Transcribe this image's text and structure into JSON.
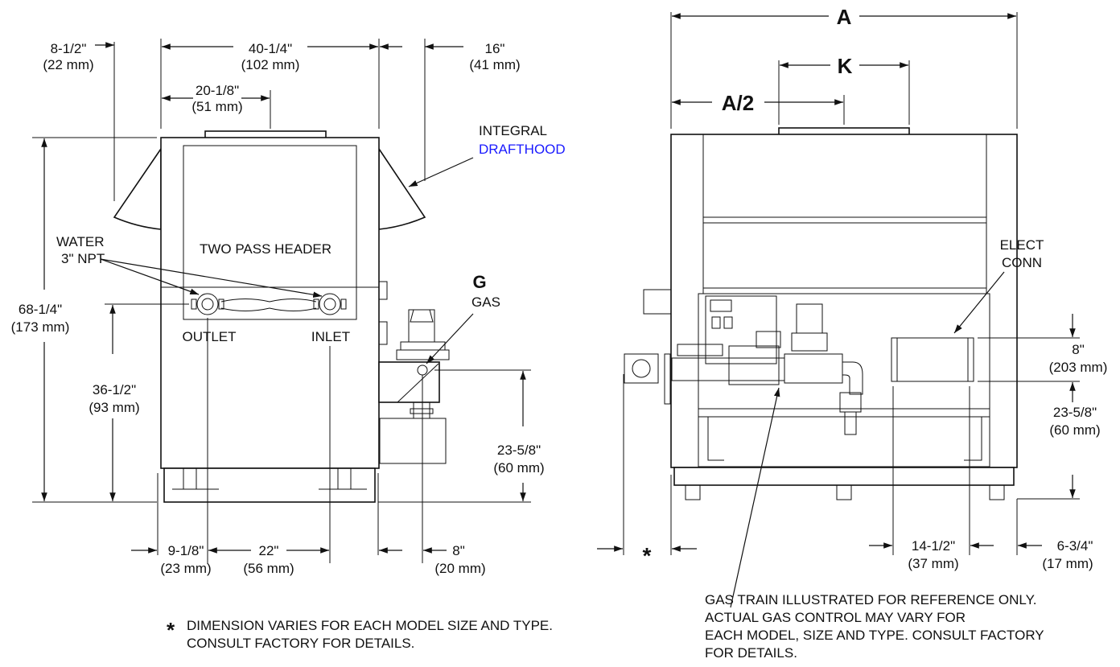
{
  "front_view": {
    "dims": {
      "d1": "8-1/2\"",
      "d1mm": "(22 mm)",
      "d2": "40-1/4\"",
      "d2mm": "(102 mm)",
      "d3": "16\"",
      "d3mm": "(41 mm)",
      "d4": "20-1/8\"",
      "d4mm": "(51 mm)",
      "d5": "68-1/4\"",
      "d5mm": "(173 mm)",
      "d6": "36-1/2\"",
      "d6mm": "(93 mm)",
      "d7": "23-5/8\"",
      "d7mm": "(60 mm)",
      "d8": "9-1/8\"",
      "d8mm": "(23 mm)",
      "d9": "22\"",
      "d9mm": "(56 mm)",
      "d10": "8\"",
      "d10mm": "(20 mm)"
    },
    "labels": {
      "integral": "INTEGRAL",
      "drafthood": "DRAFTHOOD",
      "water": "WATER",
      "npt": "3\" NPT",
      "header": "TWO PASS HEADER",
      "outlet": "OUTLET",
      "inlet": "INLET",
      "g": "G",
      "gas": "GAS"
    }
  },
  "side_view": {
    "dims": {
      "a": "A",
      "k": "K",
      "a2": "A/2",
      "d1": "8\"",
      "d1mm": "(203 mm)",
      "d2": "23-5/8\"",
      "d2mm": "(60 mm)",
      "d3": "14-1/2\"",
      "d3mm": "(37 mm)",
      "d4": "6-3/4\"",
      "d4mm": "(17 mm)",
      "asterisk": "*"
    },
    "labels": {
      "elect": "ELECT",
      "conn": "CONN"
    }
  },
  "notes": {
    "star": "*",
    "note1_l1": "DIMENSION VARIES FOR EACH MODEL SIZE AND TYPE.",
    "note1_l2": "CONSULT FACTORY FOR DETAILS.",
    "note2_l1": "GAS TRAIN ILLUSTRATED FOR REFERENCE ONLY.",
    "note2_l2": "ACTUAL GAS CONTROL MAY VARY FOR",
    "note2_l3": "EACH MODEL, SIZE AND TYPE. CONSULT FACTORY",
    "note2_l4": "FOR DETAILS."
  },
  "colors": {
    "drafthood": "#1a1aff",
    "line": "#111111"
  }
}
